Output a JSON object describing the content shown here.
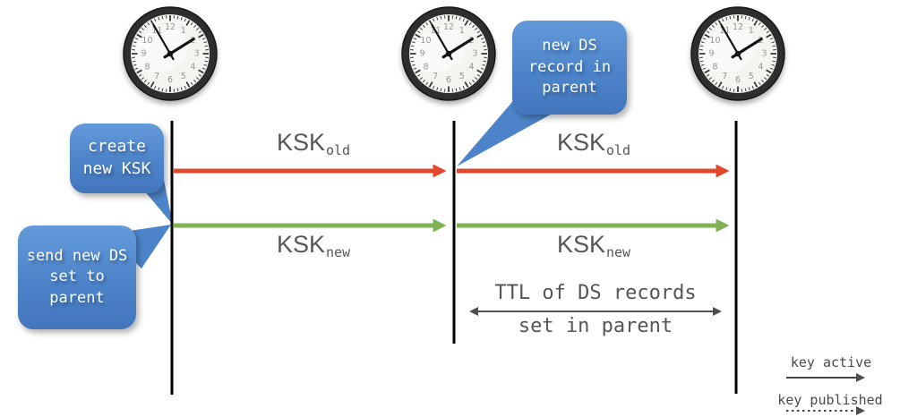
{
  "clocks": {
    "numerals": [
      "12",
      "1",
      "2",
      "3",
      "4",
      "5",
      "6",
      "7",
      "8",
      "9",
      "10",
      "11"
    ],
    "count": 3
  },
  "bubbles": {
    "create_new_ksk": {
      "text": "create\nnew KSK"
    },
    "send_new_ds": {
      "text": "send new DS\nset to\nparent"
    },
    "new_ds_record": {
      "text": "new DS\nrecord in\nparent"
    }
  },
  "key_labels": [
    {
      "base": "KSK",
      "sub": "old"
    },
    {
      "base": "KSK",
      "sub": "new"
    },
    {
      "base": "KSK",
      "sub": "old"
    },
    {
      "base": "KSK",
      "sub": "new"
    }
  ],
  "ttl_note": {
    "line1": "TTL of DS records",
    "line2": "set in parent"
  },
  "legend": {
    "key_active": "key active",
    "key_published": "key published"
  },
  "colors": {
    "ksk_old_arrow": "#e1492e",
    "ksk_new_arrow": "#7fb353",
    "bubble_blue": "#4d84c9",
    "timeline": "#000000",
    "note_arrow": "#555555",
    "legend_arrow": "#454545",
    "label_text": "#575757"
  }
}
